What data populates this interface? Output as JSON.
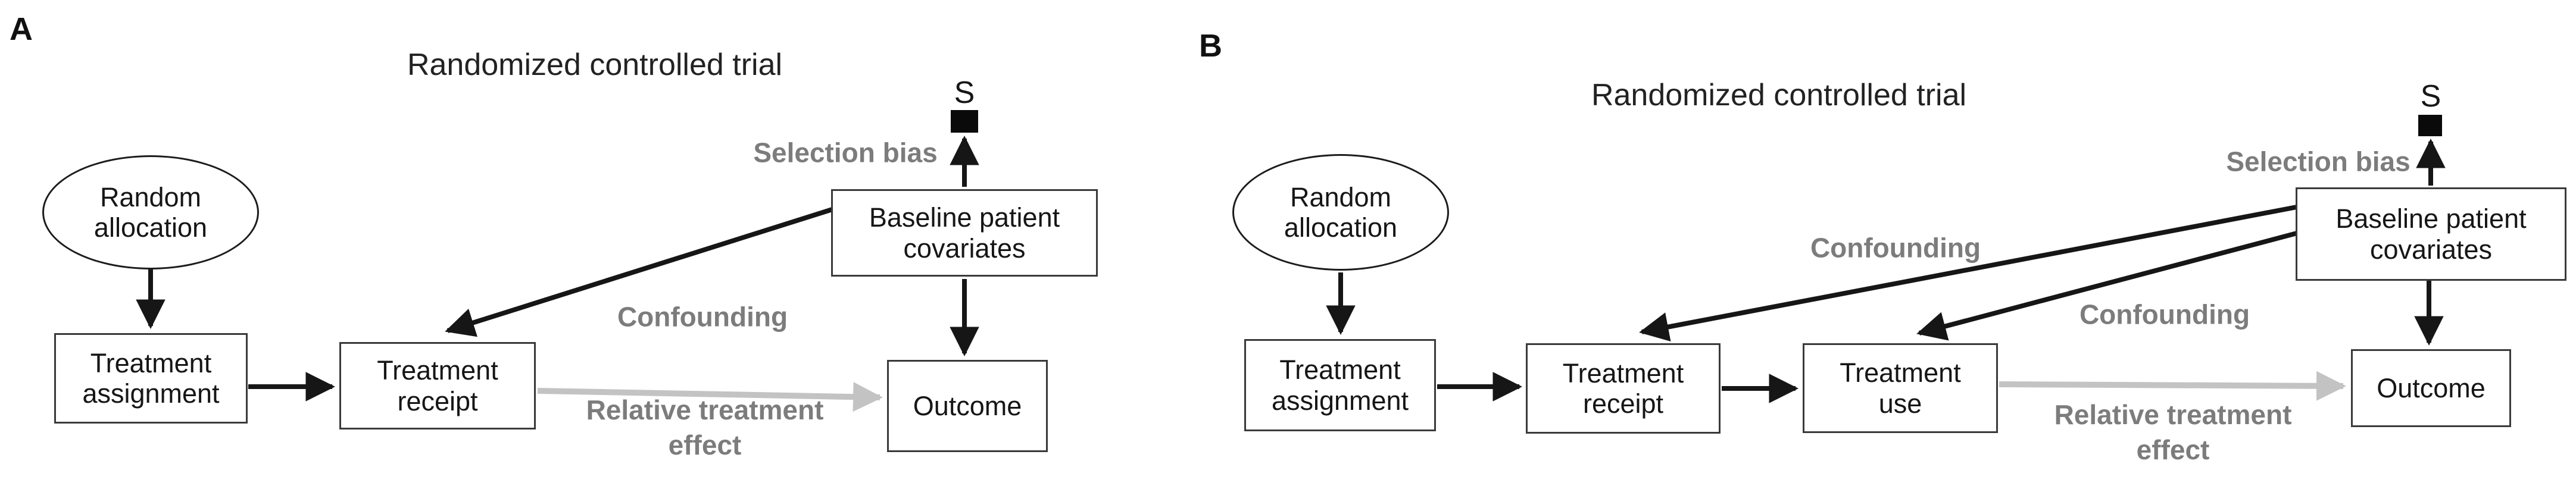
{
  "colors": {
    "node_border": "#3a3a3a",
    "black_arrow": "#161616",
    "gray_arrow": "#c3c3c3",
    "gray_label": "#7c7c7c",
    "background": "#ffffff"
  },
  "panel_a": {
    "label": "A",
    "title": "Randomized controlled trial",
    "selection_node": "S",
    "nodes": {
      "random_allocation": "Random allocation",
      "treatment_assignment": "Treatment assignment",
      "treatment_receipt": "Treatment receipt",
      "baseline_covariates": "Baseline patient covariates",
      "outcome": "Outcome"
    },
    "edge_labels": {
      "selection_bias": "Selection bias",
      "confounding": "Confounding",
      "relative_treatment_effect": "Relative treatment effect"
    }
  },
  "panel_b": {
    "label": "B",
    "title": "Randomized controlled trial",
    "selection_node": "S",
    "nodes": {
      "random_allocation": "Random allocation",
      "treatment_assignment": "Treatment assignment",
      "treatment_receipt": "Treatment receipt",
      "treatment_use": "Treatment use",
      "baseline_covariates": "Baseline patient covariates",
      "outcome": "Outcome"
    },
    "edge_labels": {
      "selection_bias": "Selection bias",
      "confounding_receipt": "Confounding",
      "confounding_use": "Confounding",
      "relative_treatment_effect": "Relative treatment effect"
    }
  }
}
